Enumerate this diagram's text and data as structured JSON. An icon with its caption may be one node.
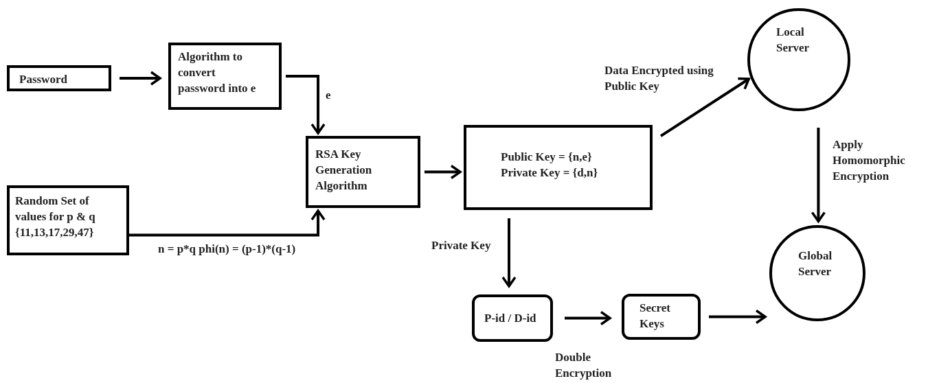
{
  "diagram": {
    "nodes": [
      {
        "text": [
          "Password"
        ]
      },
      {
        "text": [
          "Algorithm to convert password into e"
        ]
      },
      {
        "text": [
          "RSA Key Generation Algorithm"
        ]
      },
      {
        "text": [
          "Random Set of values for p & q {11,13,17,29,47}"
        ]
      },
      {
        "text": [
          "Public Key = {n,e} Private Key = {d,n}"
        ]
      },
      {
        "text": [
          "Local Server"
        ]
      },
      {
        "text": [
          "Global Server"
        ]
      },
      {
        "text": [
          "P-id / D-id"
        ]
      },
      {
        "text": [
          "Secret Keys"
        ]
      }
    ],
    "edges": [
      {
        "from": 0,
        "to": 1,
        "arrow": "to"
      },
      {
        "from": 1,
        "to": 2,
        "arrow": "to",
        "label": "e"
      },
      {
        "from": 3,
        "to": 2,
        "arrow": "to",
        "label": "n = p*q phi(n) = (p-1)*(q-1)"
      },
      {
        "from": 2,
        "to": 4,
        "arrow": "to"
      },
      {
        "from": 4,
        "to": 5,
        "arrow": "to",
        "label": "Data Encrypted using Public Key"
      },
      {
        "from": 5,
        "to": 6,
        "arrow": "to",
        "label": "Apply Homomorphic Encryption"
      },
      {
        "from": 4,
        "to": 7,
        "arrow": "to",
        "label": "Private Key"
      },
      {
        "from": 7,
        "to": 8,
        "arrow": "to",
        "label": "Double Encryption"
      },
      {
        "from": 8,
        "to": 6,
        "arrow": "to"
      }
    ]
  }
}
